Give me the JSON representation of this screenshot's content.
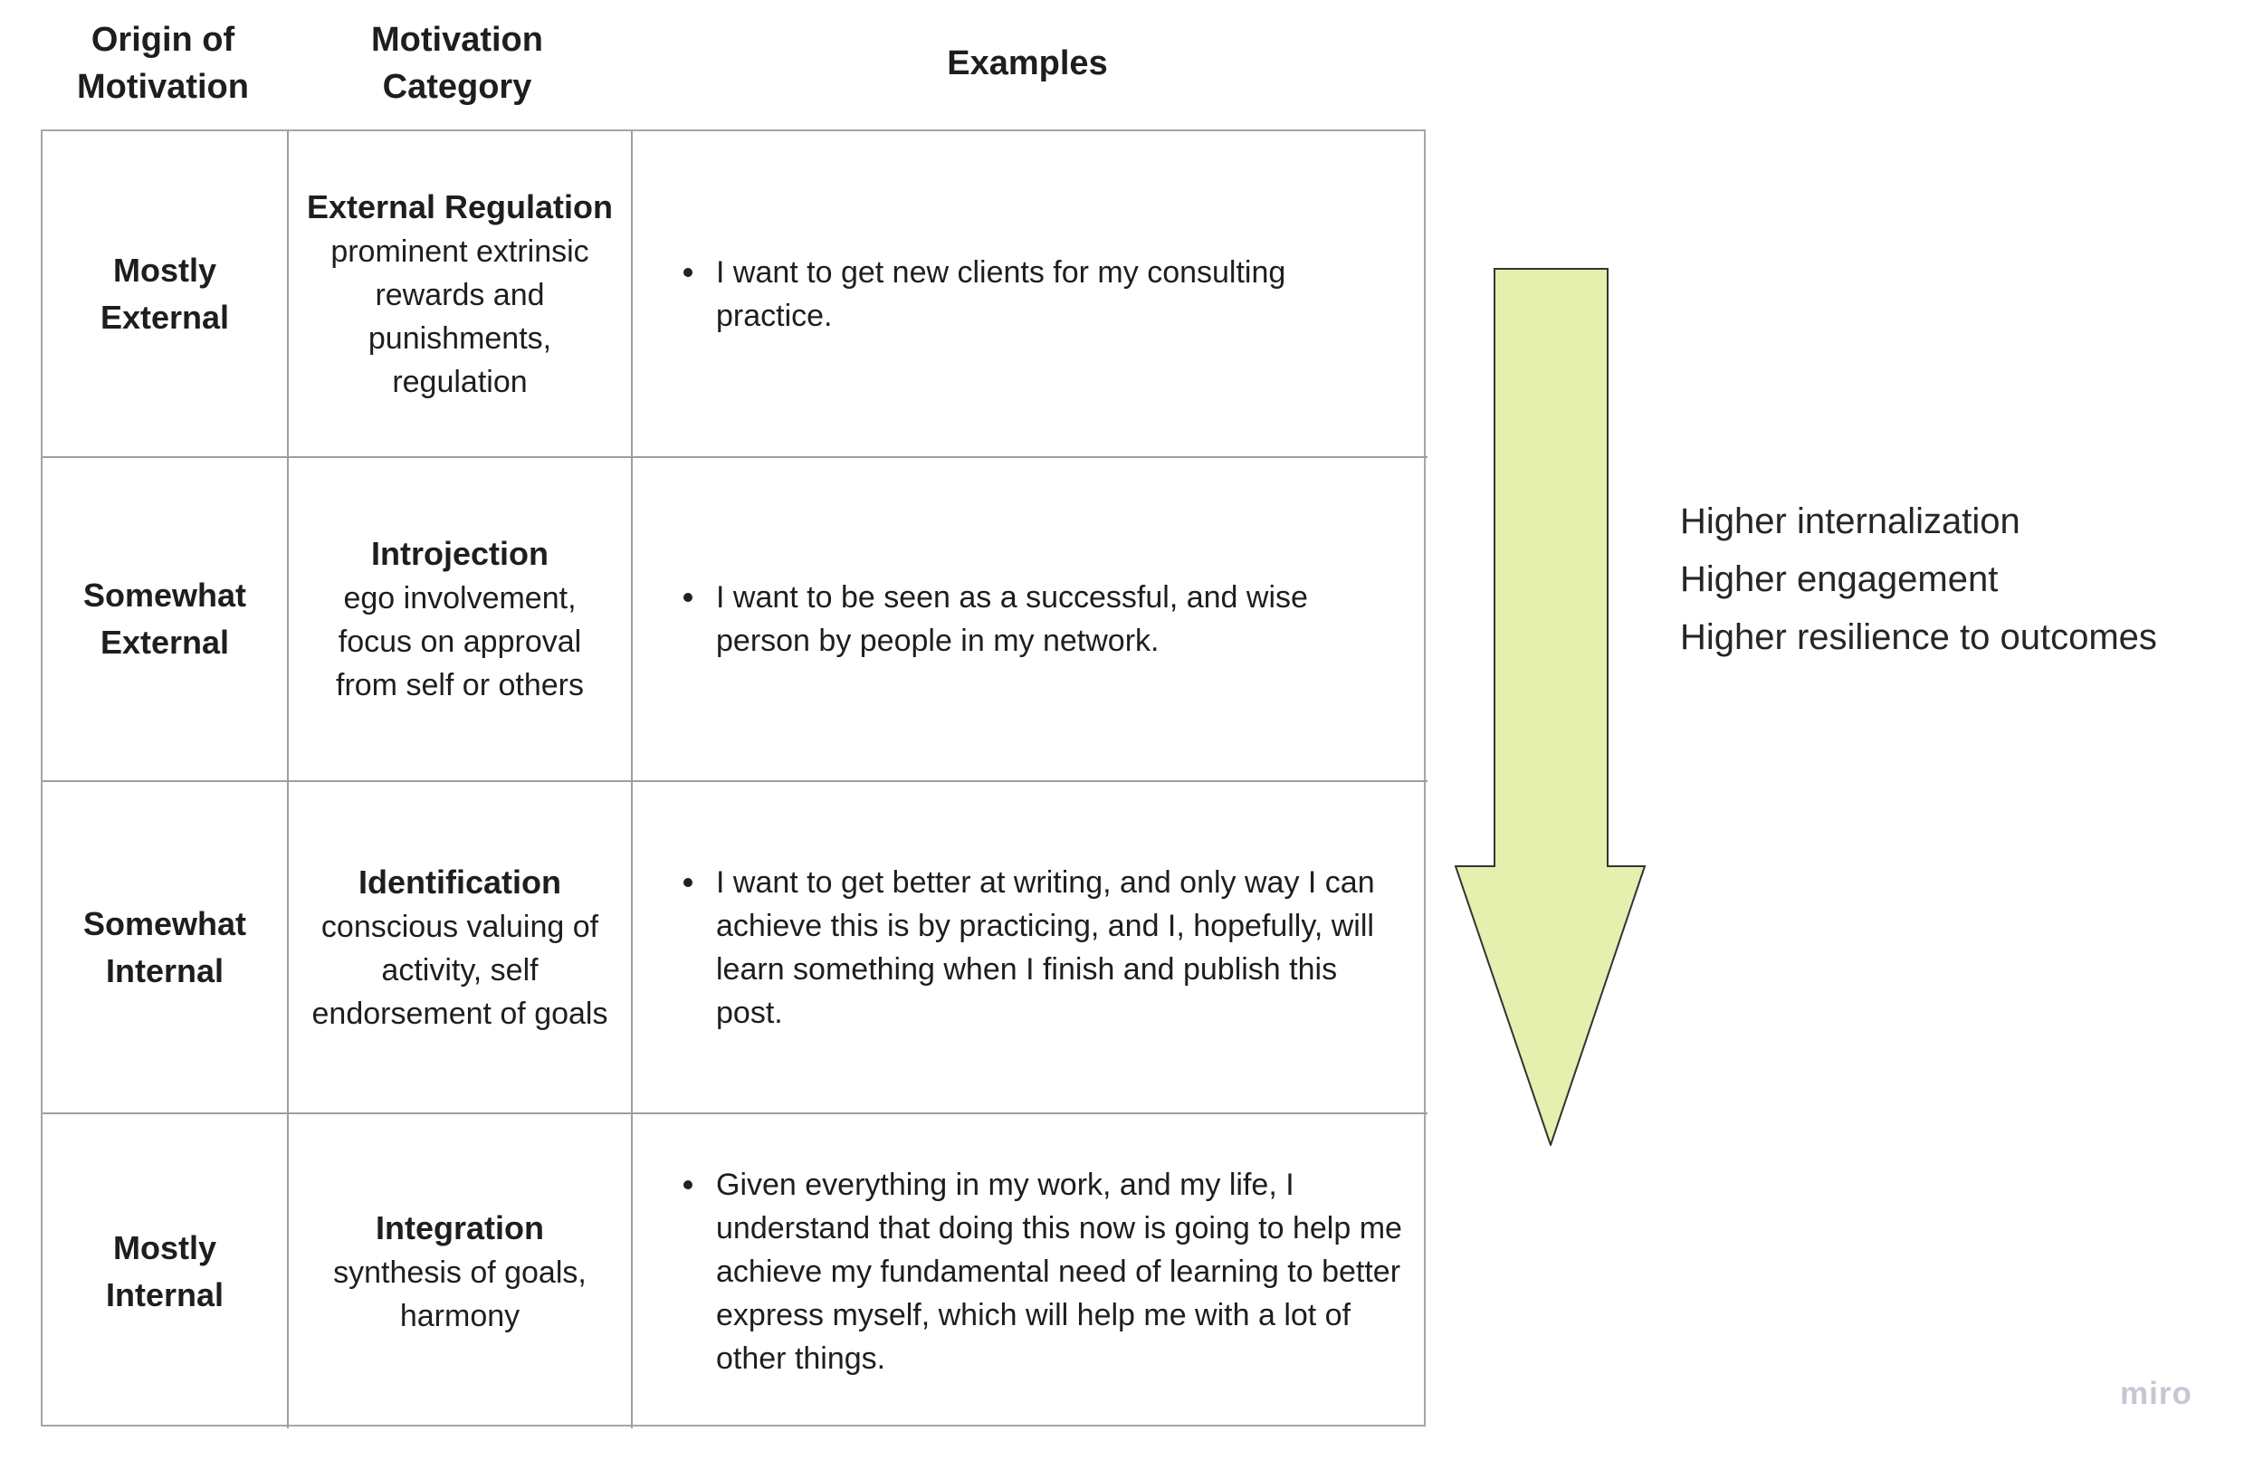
{
  "table": {
    "headers": [
      {
        "label": "Origin of Motivation"
      },
      {
        "label": "Motivation Category"
      },
      {
        "label": "Examples"
      }
    ],
    "rows": [
      {
        "origin": "Mostly External",
        "category_title": "External Regulation",
        "category_desc": "prominent extrinsic rewards and punishments, regulation",
        "example": "I want to get new clients for my consulting practice."
      },
      {
        "origin": "Somewhat External",
        "category_title": "Introjection",
        "category_desc": "ego involvement, focus on approval from self or others",
        "example": "I want to be seen as a successful, and wise person by people in my network."
      },
      {
        "origin": "Somewhat Internal",
        "category_title": "Identification",
        "category_desc": "conscious valuing of activity, self endorsement of goals",
        "example": "I want to get better at writing, and only way I can achieve this is by practicing, and I, hopefully, will learn something when I finish and publish this post."
      },
      {
        "origin": "Mostly Internal",
        "category_title": "Integration",
        "category_desc": "synthesis of goals, harmony",
        "example": "Given everything in my work, and my life, I understand that doing this now is going to help me achieve my fundamental need of learning to better express myself, which will help me with a lot of other things."
      }
    ]
  },
  "annotation": {
    "lines": [
      "Higher internalization",
      "Higher engagement",
      "Higher resilience to outcomes"
    ]
  },
  "watermark": "miro",
  "colors": {
    "arrow_fill": "#e5efae",
    "arrow_stroke": "#333333",
    "table_border_outer": "#a6a6a6",
    "table_border_inner": "#9e9e9e",
    "text": "#1e1e1e",
    "watermark": "#c7c7d3"
  }
}
